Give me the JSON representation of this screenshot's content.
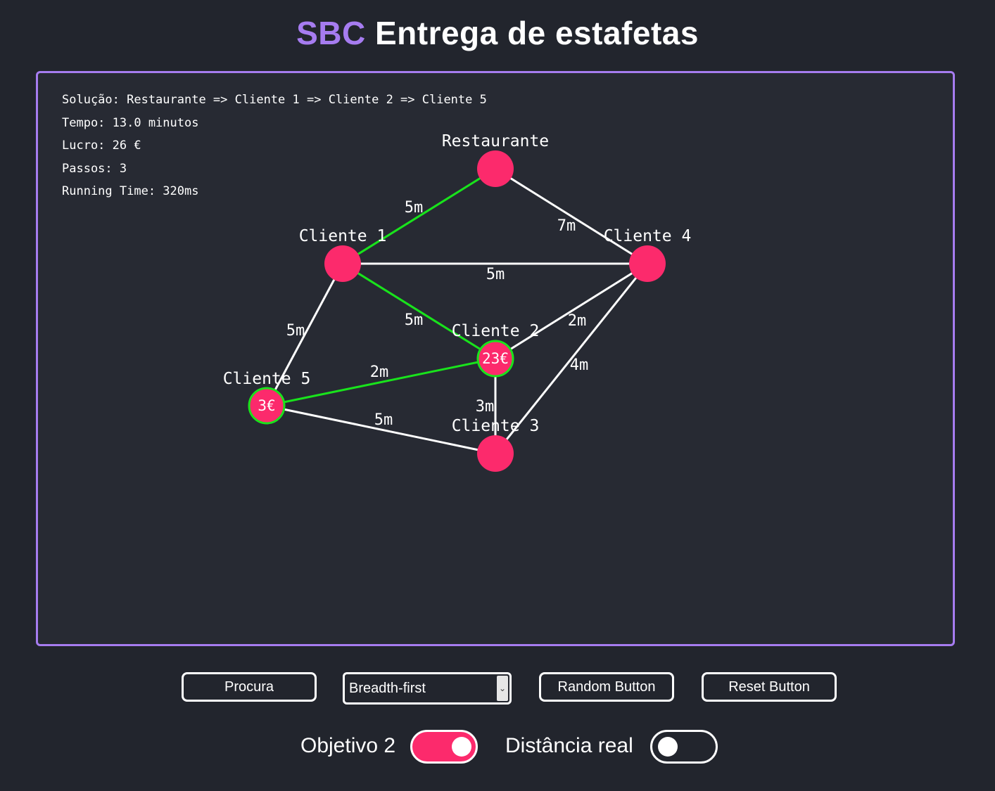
{
  "header": {
    "brand": "SBC",
    "title": "Entrega de estafetas"
  },
  "info": {
    "solution": "Solução: Restaurante => Cliente 1 => Cliente 2 => Cliente 5",
    "time": "Tempo: 13.0 minutos",
    "profit": "Lucro: 26 €",
    "steps": "Passos: 3",
    "running_time": "Running Time: 320ms"
  },
  "graph": {
    "colors": {
      "node": "#fc2a6c",
      "edge": "#ffffff",
      "path": "#19e31c",
      "panel_border": "#a67cf0"
    },
    "nodes": {
      "restaurante": {
        "label": "Restaurante",
        "value": ""
      },
      "cliente1": {
        "label": "Cliente 1",
        "value": ""
      },
      "cliente2": {
        "label": "Cliente 2",
        "value": "23€"
      },
      "cliente3": {
        "label": "Cliente 3",
        "value": ""
      },
      "cliente4": {
        "label": "Cliente 4",
        "value": ""
      },
      "cliente5": {
        "label": "Cliente 5",
        "value": "3€"
      }
    },
    "edges": {
      "r_c1": "5m",
      "r_c4": "7m",
      "c1_c4": "5m",
      "c1_c2": "5m",
      "c1_c5": "5m",
      "c4_c2": "2m",
      "c4_c3": "4m",
      "c2_c5": "2m",
      "c2_c3": "3m",
      "c5_c3": "5m"
    }
  },
  "controls": {
    "search_label": "Procura",
    "algorithm_selected": "Breadth-first",
    "random_label": "Random Button",
    "reset_label": "Reset Button"
  },
  "toggles": {
    "objective_label": "Objetivo 2",
    "objective_on": true,
    "real_distance_label": "Distância real",
    "real_distance_on": false
  }
}
